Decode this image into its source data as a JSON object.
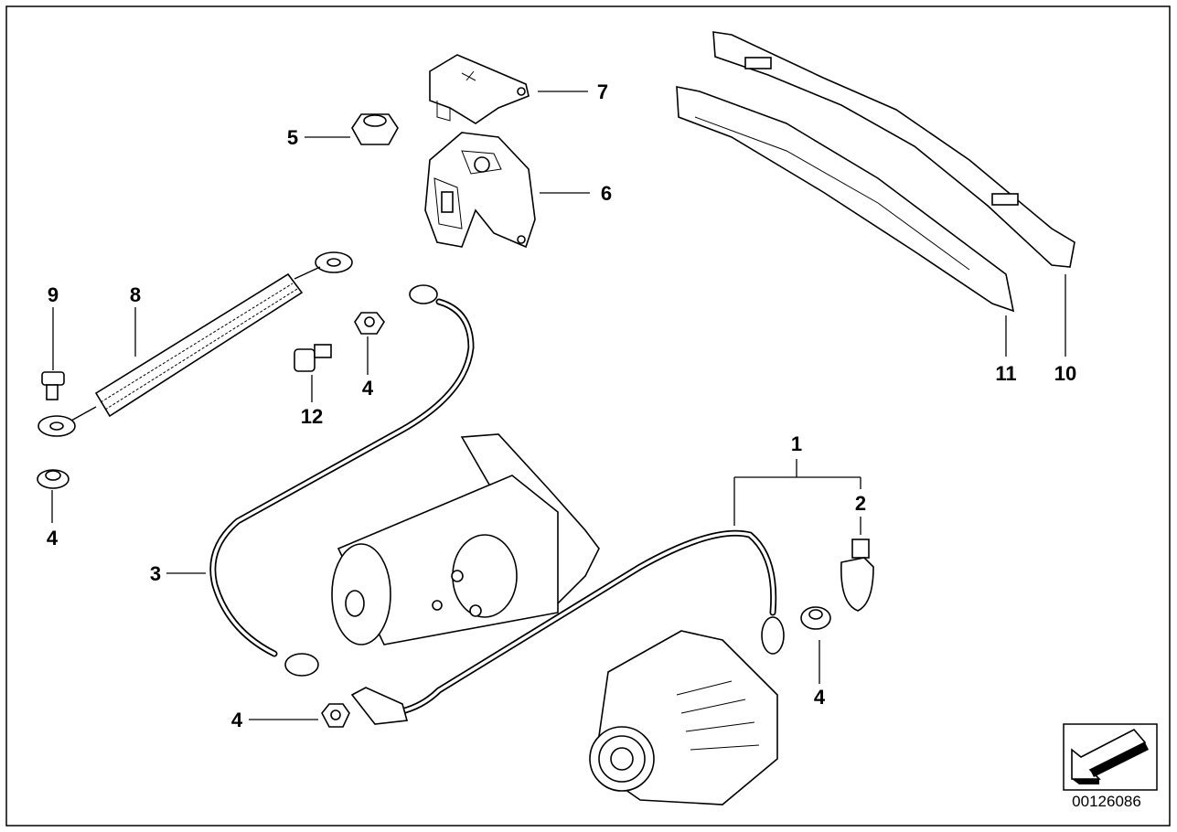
{
  "diagram": {
    "callouts": [
      {
        "id": "c1",
        "text": "1"
      },
      {
        "id": "c2",
        "text": "2"
      },
      {
        "id": "c3",
        "text": "3"
      },
      {
        "id": "c4a",
        "text": "4"
      },
      {
        "id": "c4b",
        "text": "4"
      },
      {
        "id": "c4c",
        "text": "4"
      },
      {
        "id": "c4d",
        "text": "4"
      },
      {
        "id": "c5",
        "text": "5"
      },
      {
        "id": "c6",
        "text": "6"
      },
      {
        "id": "c7",
        "text": "7"
      },
      {
        "id": "c8",
        "text": "8"
      },
      {
        "id": "c9",
        "text": "9"
      },
      {
        "id": "c10",
        "text": "10"
      },
      {
        "id": "c11",
        "text": "11"
      },
      {
        "id": "c12",
        "text": "12"
      }
    ],
    "image_code": "00126086"
  }
}
